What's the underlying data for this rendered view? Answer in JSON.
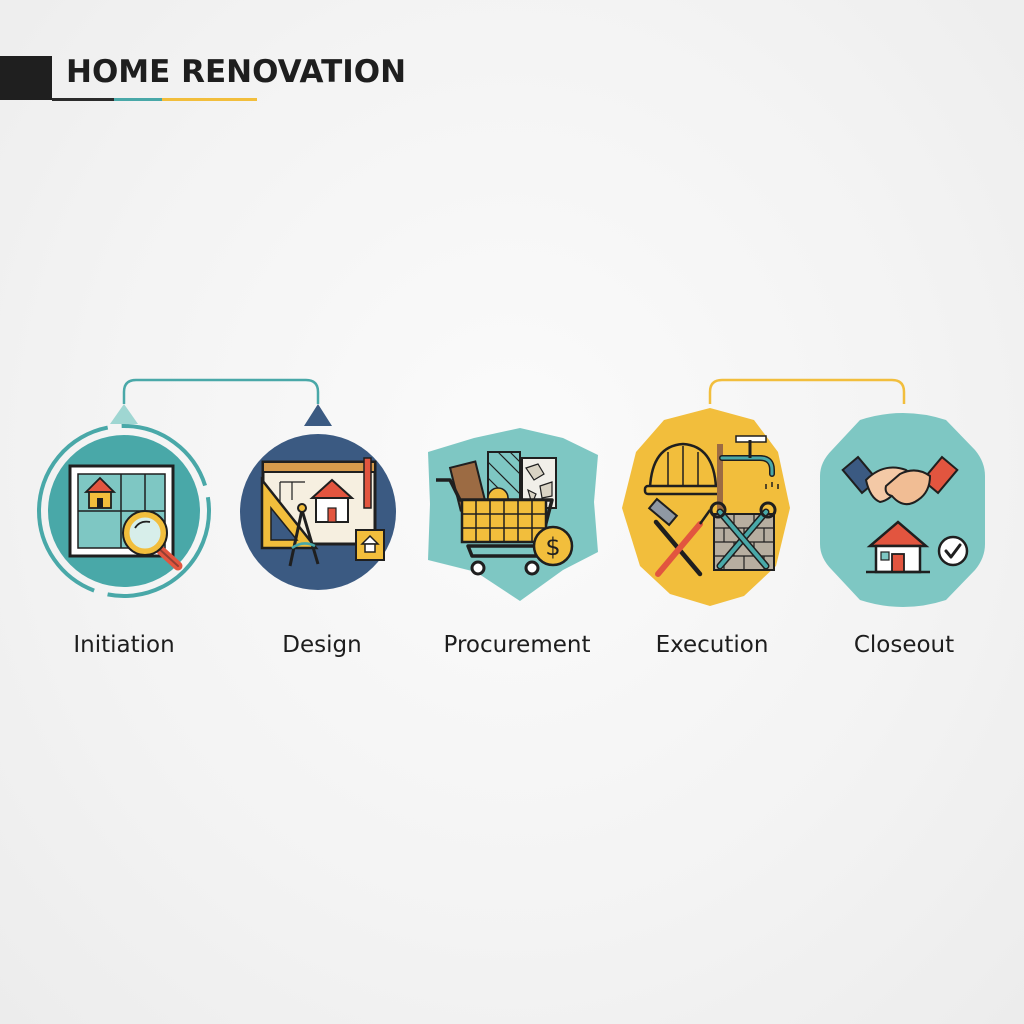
{
  "header": {
    "title": "HOME RENOVATION"
  },
  "stages": [
    {
      "label": "Initiation"
    },
    {
      "label": "Design"
    },
    {
      "label": "Procurement"
    },
    {
      "label": "Execution"
    },
    {
      "label": "Closeout"
    }
  ],
  "colors": {
    "teal": "#49a8a8",
    "navy": "#3b5a82",
    "light_teal": "#7ec7c3",
    "gold": "#f2be3c",
    "dark": "#1f1f1f",
    "red": "#e2553f"
  },
  "icons": {
    "initiation": "blueprint-magnifier-icon",
    "design": "drafting-tools-icon",
    "procurement": "shopping-cart-icon",
    "execution": "construction-tools-icon",
    "closeout": "handshake-house-icon"
  }
}
